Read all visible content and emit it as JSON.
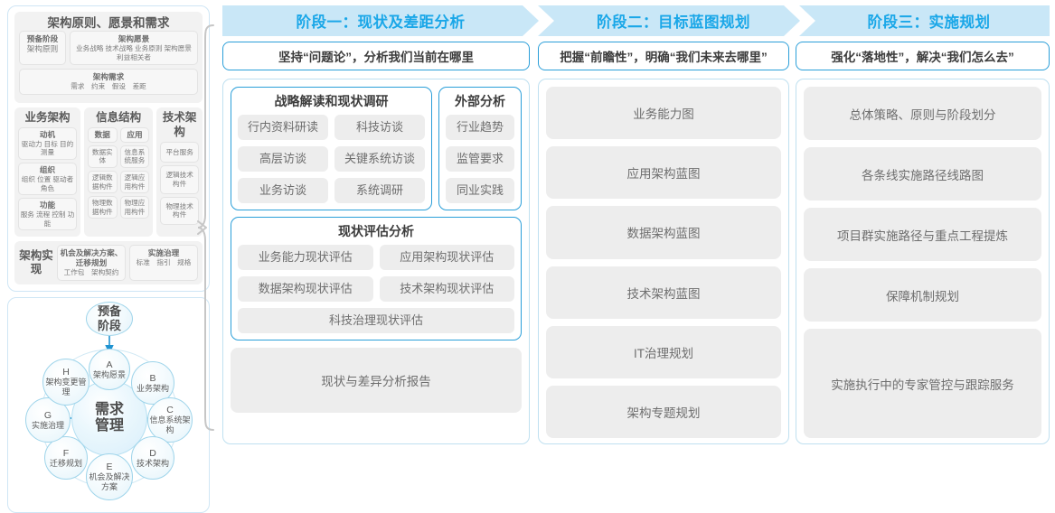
{
  "left_panel": {
    "togaf": {
      "title": "架构原则、愿景和需求",
      "vision_stage": {
        "line1": "预备阶段",
        "line2": "架构原则"
      },
      "vision_main": {
        "title": "架构愿景",
        "items": "业务战略 技术战略 业务原则 架构愿景 利益相关者"
      },
      "requirements": {
        "title": "架构需求",
        "items": "需求　约束　假设　差距"
      },
      "columns": [
        {
          "head": "业务架构",
          "blocks": [
            {
              "title": "动机",
              "items": "驱动力 目标 目的 测量"
            },
            {
              "title": "组织",
              "items": "组织 位置 驱动者 角色"
            },
            {
              "title": "功能",
              "items": "服务 流程 控制 功能"
            }
          ]
        },
        {
          "head": "信息结构",
          "left_blocks": [
            {
              "title": "数据",
              "items": []
            },
            {
              "title": "数据实体",
              "items": []
            },
            {
              "title": "逻辑数据构件",
              "items": []
            },
            {
              "title": "物理数据构件",
              "items": []
            }
          ],
          "right_blocks": [
            {
              "title": "应用",
              "items": []
            },
            {
              "title": "信息系统服务",
              "items": []
            },
            {
              "title": "逻辑应用构件",
              "items": []
            },
            {
              "title": "物理应用构件",
              "items": []
            }
          ]
        },
        {
          "head": "技术架构",
          "blocks": [
            {
              "title": "平台服务",
              "items": ""
            },
            {
              "title": "逻辑技术构件",
              "items": ""
            },
            {
              "title": "物理技术构件",
              "items": ""
            }
          ]
        }
      ],
      "realization": {
        "label": "架构实现",
        "cells": [
          {
            "title": "机会及解决方案、迁移规划",
            "items": "工作包　架构契约"
          },
          {
            "title": "实施治理",
            "items": "标准　指引　规格"
          }
        ]
      }
    },
    "adm": {
      "center": {
        "line1": "需求",
        "line2": "管理"
      },
      "prep": {
        "line1": "预备",
        "line2": "阶段"
      },
      "nodes": [
        {
          "key": "A",
          "label": "架构愿景"
        },
        {
          "key": "B",
          "label": "业务架构"
        },
        {
          "key": "C",
          "label": "信息系统架构"
        },
        {
          "key": "D",
          "label": "技术架构"
        },
        {
          "key": "E",
          "label": "机会及解决方案"
        },
        {
          "key": "F",
          "label": "迁移规划"
        },
        {
          "key": "G",
          "label": "实施治理"
        },
        {
          "key": "H",
          "label": "架构变更管理"
        }
      ]
    }
  },
  "phases": [
    {
      "header": "阶段一：现状及差距分析",
      "subtitle": "坚持“问题论”，分析我们当前在哪里"
    },
    {
      "header": "阶段二：目标蓝图规划",
      "subtitle": "把握“前瞻性”，明确“我们未来去哪里”"
    },
    {
      "header": "阶段三：实施规划",
      "subtitle": "强化“落地性”，解决“我们怎么去”"
    }
  ],
  "phase1": {
    "strategy": {
      "title": "战略解读和现状调研",
      "rows": [
        [
          "行内资料研读",
          "科技访谈"
        ],
        [
          "高层访谈",
          "关键系统访谈"
        ],
        [
          "业务访谈",
          "系统调研"
        ]
      ]
    },
    "external": {
      "title": "外部分析",
      "items": [
        "行业趋势",
        "监管要求",
        "同业实践"
      ]
    },
    "assessment": {
      "title": "现状评估分析",
      "rows": [
        [
          "业务能力现状评估",
          "应用架构现状评估"
        ],
        [
          "数据架构现状评估",
          "技术架构现状评估"
        ]
      ],
      "full": "科技治理现状评估"
    },
    "report": "现状与差异分析报告"
  },
  "phase2": {
    "items": [
      "业务能力图",
      "应用架构蓝图",
      "数据架构蓝图",
      "技术架构蓝图",
      "IT治理规划",
      "架构专题规划"
    ]
  },
  "phase3": {
    "items": [
      "总体策略、原则与阶段划分",
      "各条线实施路径线路图",
      "项目群实施路径与重点工程提炼",
      "保障机制规划",
      "实施执行中的专家管控与跟踪服务"
    ]
  },
  "colors": {
    "arrow_bg": "#c9e7f7",
    "arrow_text": "#1aa7e8",
    "border_blue": "#2b9fd9",
    "panel_border": "#cfe6f5",
    "chip_bg": "#ededed",
    "node_border": "#9ed4ea"
  }
}
